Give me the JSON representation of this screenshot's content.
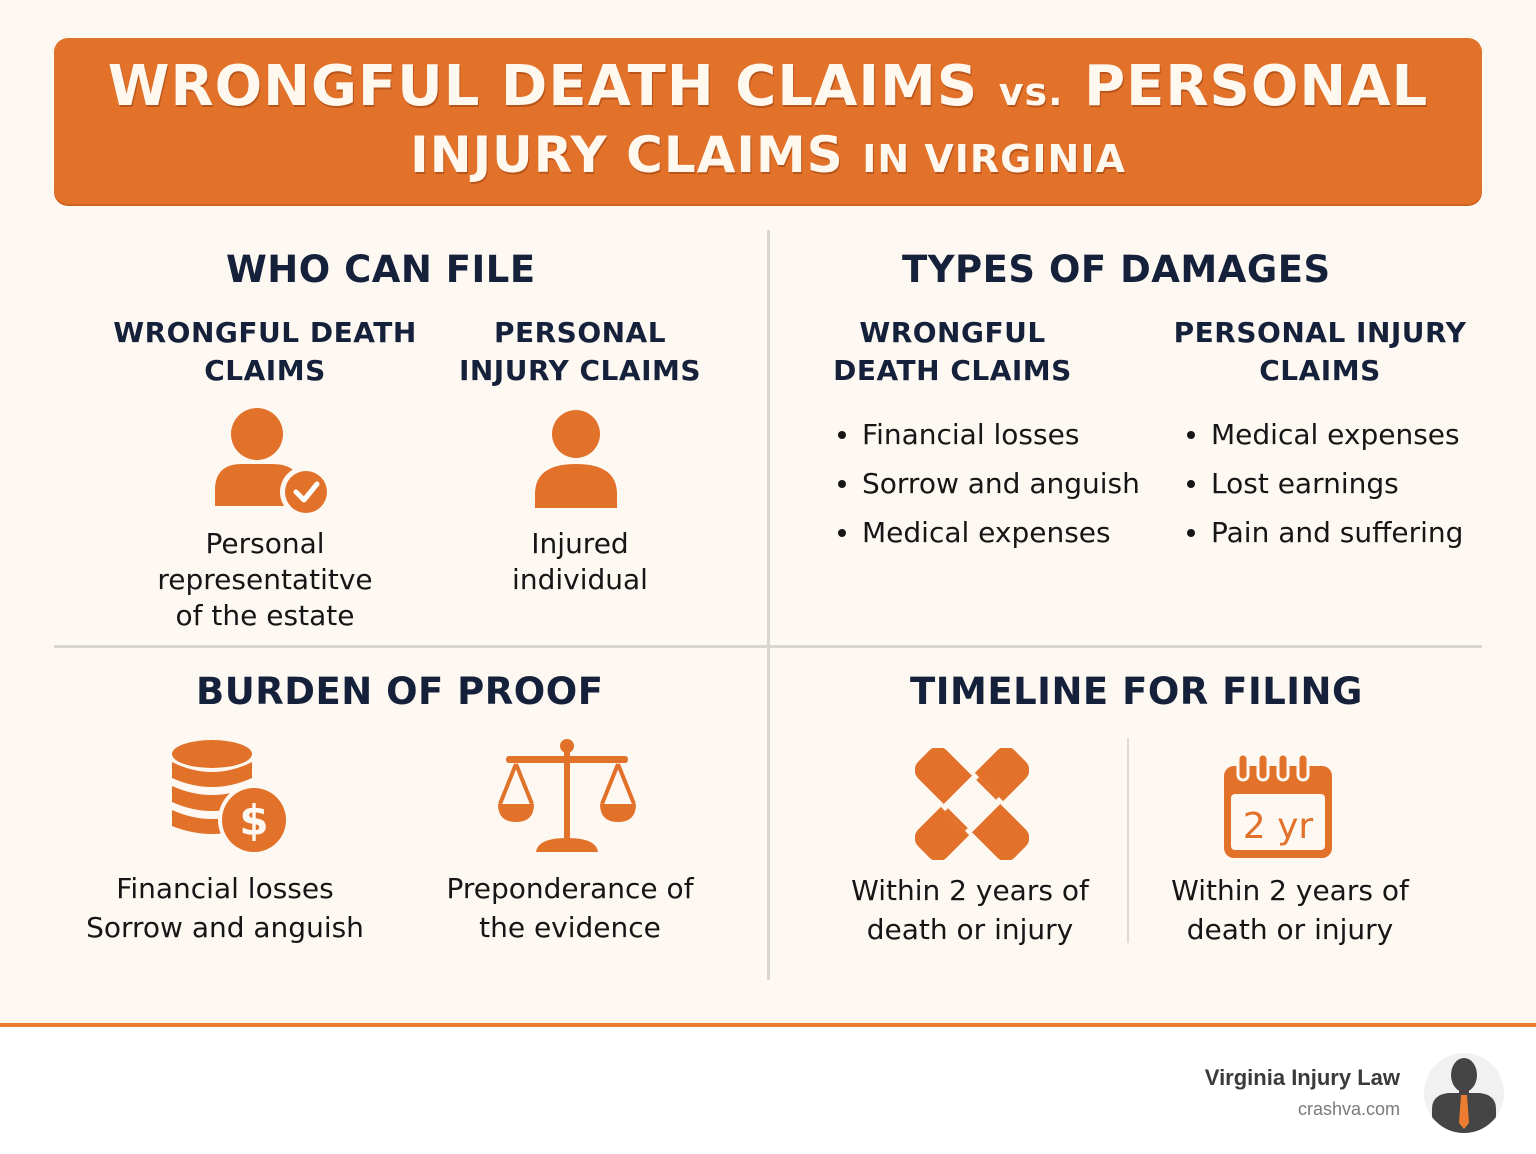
{
  "header": {
    "line1_main": "WRONGFUL DEATH CLAIMS",
    "line1_vs": "vs.",
    "line1_end": "PERSONAL",
    "line2_main": "INJURY CLAIMS",
    "line2_small": "IN VIRGINIA"
  },
  "colors": {
    "accent": "#e27129",
    "heading": "#15213a",
    "background": "#fdf8f1",
    "divider": "#d9d6d0"
  },
  "sections": {
    "who_can_file": {
      "title": "WHO CAN FILE",
      "wrongful_death": {
        "heading_l1": "WRONGFUL DEATH",
        "heading_l2": "CLAIMS",
        "icon": "person-check-icon",
        "caption_l1": "Personal",
        "caption_l2": "representatitve",
        "caption_l3": "of the estate"
      },
      "personal_injury": {
        "heading_l1": "PERSONAL",
        "heading_l2": "INJURY CLAIMS",
        "icon": "person-icon",
        "caption_l1": "Injured",
        "caption_l2": "individual"
      }
    },
    "types_of_damages": {
      "title": "TYPES OF DAMAGES",
      "wrongful_death": {
        "heading_l1": "WRONGFUL",
        "heading_l2": "DEATH CLAIMS",
        "items": [
          "Financial losses",
          "Sorrow and anguish",
          "Medical expenses"
        ]
      },
      "personal_injury": {
        "heading_l1": "PERSONAL INJURY",
        "heading_l2": "CLAIMS",
        "items": [
          "Medical expenses",
          "Lost earnings",
          "Pain and suffering"
        ]
      }
    },
    "burden_of_proof": {
      "title": "BURDEN OF PROOF",
      "left": {
        "icon": "coins-dollar-icon",
        "caption_l1": "Financial losses",
        "caption_l2": "Sorrow and anguish"
      },
      "right": {
        "icon": "scales-of-justice-icon",
        "caption_l1": "Preponderance of",
        "caption_l2": "the evidence"
      }
    },
    "timeline": {
      "title": "TIMELINE FOR FILING",
      "left": {
        "icon": "bandage-icon",
        "caption_l1": "Within 2 years of",
        "caption_l2": "death or injury"
      },
      "right": {
        "icon": "calendar-icon",
        "calendar_text": "2 yr",
        "caption_l1": "Within 2 years of",
        "caption_l2": "death or injury"
      }
    }
  },
  "footer": {
    "brand_name": "Virginia Injury Law",
    "brand_url": "crashva.com",
    "avatar_icon": "lawyer-avatar-icon"
  }
}
